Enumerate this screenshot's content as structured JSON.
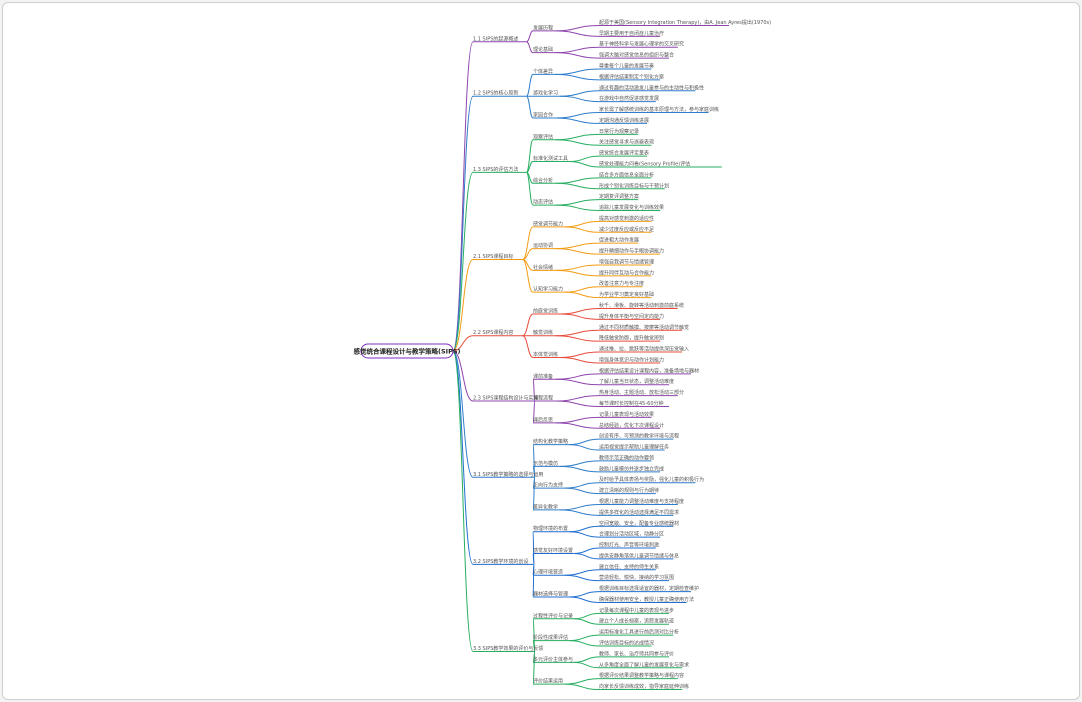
{
  "root": "感觉统合课程设计与教学策略(SIPS)",
  "branches": [
    {
      "label": "1.1 SIPS的起源概述",
      "color": "#8e44ad",
      "children": [
        {
          "label": "发展历程",
          "leaves": [
            "起源于美国(Sensory Integration Therapy)，由A. Jean Ayres提出(1970s)",
            "早期主要用于自闭症儿童治疗"
          ]
        },
        {
          "label": "理论基础",
          "leaves": [
            "基于神经科学与发展心理学的交叉研究",
            "强调大脑对感觉信息的组织与整合"
          ]
        }
      ]
    },
    {
      "label": "1.2 SIPS的核心原则",
      "color": "#2e7dc9",
      "children": [
        {
          "label": "个体差异",
          "leaves": [
            "尊重每个儿童的发展节奏",
            "根据评估结果制定个别化方案"
          ]
        },
        {
          "label": "游戏化学习",
          "leaves": [
            "通过有趣的活动激发儿童参与的主动性与积极性",
            "在游戏中自然促进感觉发展"
          ]
        },
        {
          "label": "家园合作",
          "leaves": [
            "家长需了解感统训练的基本原理与方法，参与家庭训练",
            "定期沟通反馈训练进展"
          ]
        }
      ]
    },
    {
      "label": "1.3 SIPS的评估方法",
      "color": "#27ae60",
      "children": [
        {
          "label": "观察评估",
          "leaves": [
            "日常行为观察记录",
            "关注感觉寻求与逃避表现"
          ]
        },
        {
          "label": "标准化测试工具",
          "leaves": [
            "感觉统合发展评定量表",
            "感觉处理能力问卷(Sensory Profile)评估"
          ]
        },
        {
          "label": "综合分析",
          "leaves": [
            "结合多方面信息全面分析",
            "形成个别化训练目标与干预计划"
          ]
        },
        {
          "label": "动态评估",
          "leaves": [
            "定期复评调整方案",
            "追踪儿童发展变化与训练效果"
          ]
        }
      ]
    },
    {
      "label": "2.1 SIPS课程目标",
      "color": "#f39c12",
      "children": [
        {
          "label": "感觉调节能力",
          "leaves": [
            "提高对感觉刺激的适应性",
            "减少过度反应或反应不足"
          ]
        },
        {
          "label": "运动协调",
          "leaves": [
            "促进粗大动作发展",
            "提升精细动作与手眼协调能力"
          ]
        },
        {
          "label": "社会情绪",
          "leaves": [
            "增强自我调节与情绪管理",
            "提升同伴互动与合作能力"
          ]
        },
        {
          "label": "认知学习能力",
          "leaves": [
            "改善注意力与专注度",
            "为学业学习奠定良好基础"
          ]
        }
      ]
    },
    {
      "label": "2.2 SIPS课程内容",
      "color": "#e74c3c",
      "children": [
        {
          "label": "前庭觉训练",
          "leaves": [
            "秋千、滑板、旋转等活动刺激前庭系统",
            "提升身体平衡与空间定向能力"
          ]
        },
        {
          "label": "触觉训练",
          "leaves": [
            "通过不同材质触摸、按摩等活动调节触觉",
            "降低触觉防御，提升触觉辨别"
          ]
        },
        {
          "label": "本体觉训练",
          "leaves": [
            "通过推、拉、跳跃等活动提供深压觉输入",
            "增强身体意识与动作计划能力"
          ]
        }
      ]
    },
    {
      "label": "2.3 SIPS课程结构设计与实施",
      "color": "#8e44ad",
      "children": [
        {
          "label": "课前准备",
          "leaves": [
            "根据评估结果设计课程内容，准备场地与器材",
            "了解儿童当日状态，调整活动难度"
          ]
        },
        {
          "label": "课程流程",
          "leaves": [
            "热身活动、主题活动、放松活动三部分",
            "每节课时长控制在45-60分钟"
          ]
        },
        {
          "label": "课后反思",
          "leaves": [
            "记录儿童表现与活动效果",
            "总结经验，优化下次课程设计"
          ]
        }
      ]
    },
    {
      "label": "3.1 SIPS教学策略的选择与运用",
      "color": "#2e7dc9",
      "children": [
        {
          "label": "结构化教学策略",
          "leaves": [
            "创设有序、可预测的教学环境与流程",
            "运用视觉提示帮助儿童理解任务"
          ]
        },
        {
          "label": "示范与模仿",
          "leaves": [
            "教师示范正确的动作要领",
            "鼓励儿童模仿并逐步独立完成"
          ]
        },
        {
          "label": "正向行为支持",
          "leaves": [
            "及时给予具体表扬与奖励，强化儿童的积极行为",
            "建立清晰的规则与行为期待"
          ]
        },
        {
          "label": "差异化教学",
          "leaves": [
            "根据儿童能力调整活动难度与支持程度",
            "提供多样化的活动选择满足不同需求"
          ]
        }
      ]
    },
    {
      "label": "3.2 SIPS教学环境的创设",
      "color": "#1f6fd1",
      "children": [
        {
          "label": "物理环境的布置",
          "leaves": [
            "空间宽敞、安全，配备专业感统器材",
            "合理划分活动区域，动静分区"
          ]
        },
        {
          "label": "感觉友好环境设置",
          "leaves": [
            "控制灯光、声音等环境刺激",
            "提供安静角落供儿童调节情绪与休息"
          ]
        },
        {
          "label": "心理环境营造",
          "leaves": [
            "建立信任、支持的师生关系",
            "营造轻松、愉快、接纳的学习氛围"
          ]
        },
        {
          "label": "器材选择与管理",
          "leaves": [
            "根据训练目标选择适宜的器材，定期检查维护",
            "确保器材使用安全，教授儿童正确使用方法"
          ]
        }
      ]
    },
    {
      "label": "3.3 SIPS教学效果的评价与反馈",
      "color": "#27ae60",
      "children": [
        {
          "label": "过程性评价与记录",
          "leaves": [
            "记录每次课程中儿童的表现与进步",
            "建立个人成长档案，追踪发展轨迹"
          ]
        },
        {
          "label": "阶段性成果评估",
          "leaves": [
            "运用标准化工具进行前后测对比分析",
            "评估训练目标的达成情况"
          ]
        },
        {
          "label": "多元评价主体参与",
          "leaves": [
            "教师、家长、治疗师共同参与评价",
            "从多角度全面了解儿童的发展变化与需求"
          ]
        },
        {
          "label": "评价结果运用",
          "leaves": [
            "根据评价结果调整教学策略与课程内容",
            "向家长反馈训练成效，指导家庭延伸训练"
          ]
        }
      ]
    }
  ]
}
